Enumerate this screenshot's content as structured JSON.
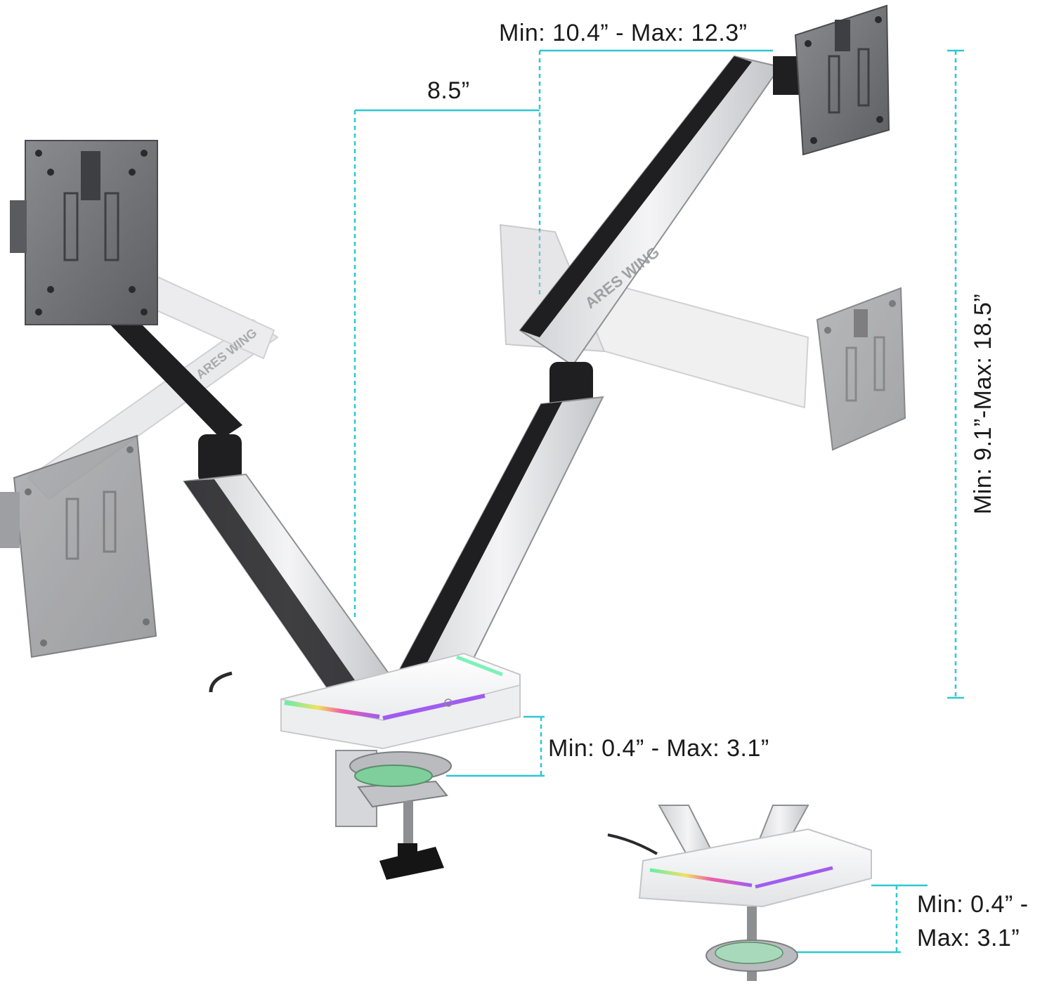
{
  "labels": {
    "arm_extension": "Min: 10.4” - Max: 12.3”",
    "arm_offset": "8.5”",
    "height_range": "Min: 9.1”-Max: 18.5”",
    "clamp_thickness": "Min: 0.4” - Max: 3.1”",
    "grommet_thickness_line1": "Min: 0.4” -",
    "grommet_thickness_line2": "Max: 3.1”",
    "arm_brand_text": "ARES WING"
  },
  "colors": {
    "dimension_line": "#2ec8d3",
    "arm_body": "#e4e4e6",
    "arm_shadow": "#b9bbbf",
    "arm_dark": "#222226",
    "vesa_plate": "#6e6f72",
    "rgb_purple": "#a05cf0",
    "rgb_green": "#5ef0a8",
    "knob": "#151515"
  },
  "icons": {
    "vesa_plate": "vesa-plate-icon",
    "clamp": "c-clamp-icon",
    "grommet": "grommet-base-icon"
  }
}
